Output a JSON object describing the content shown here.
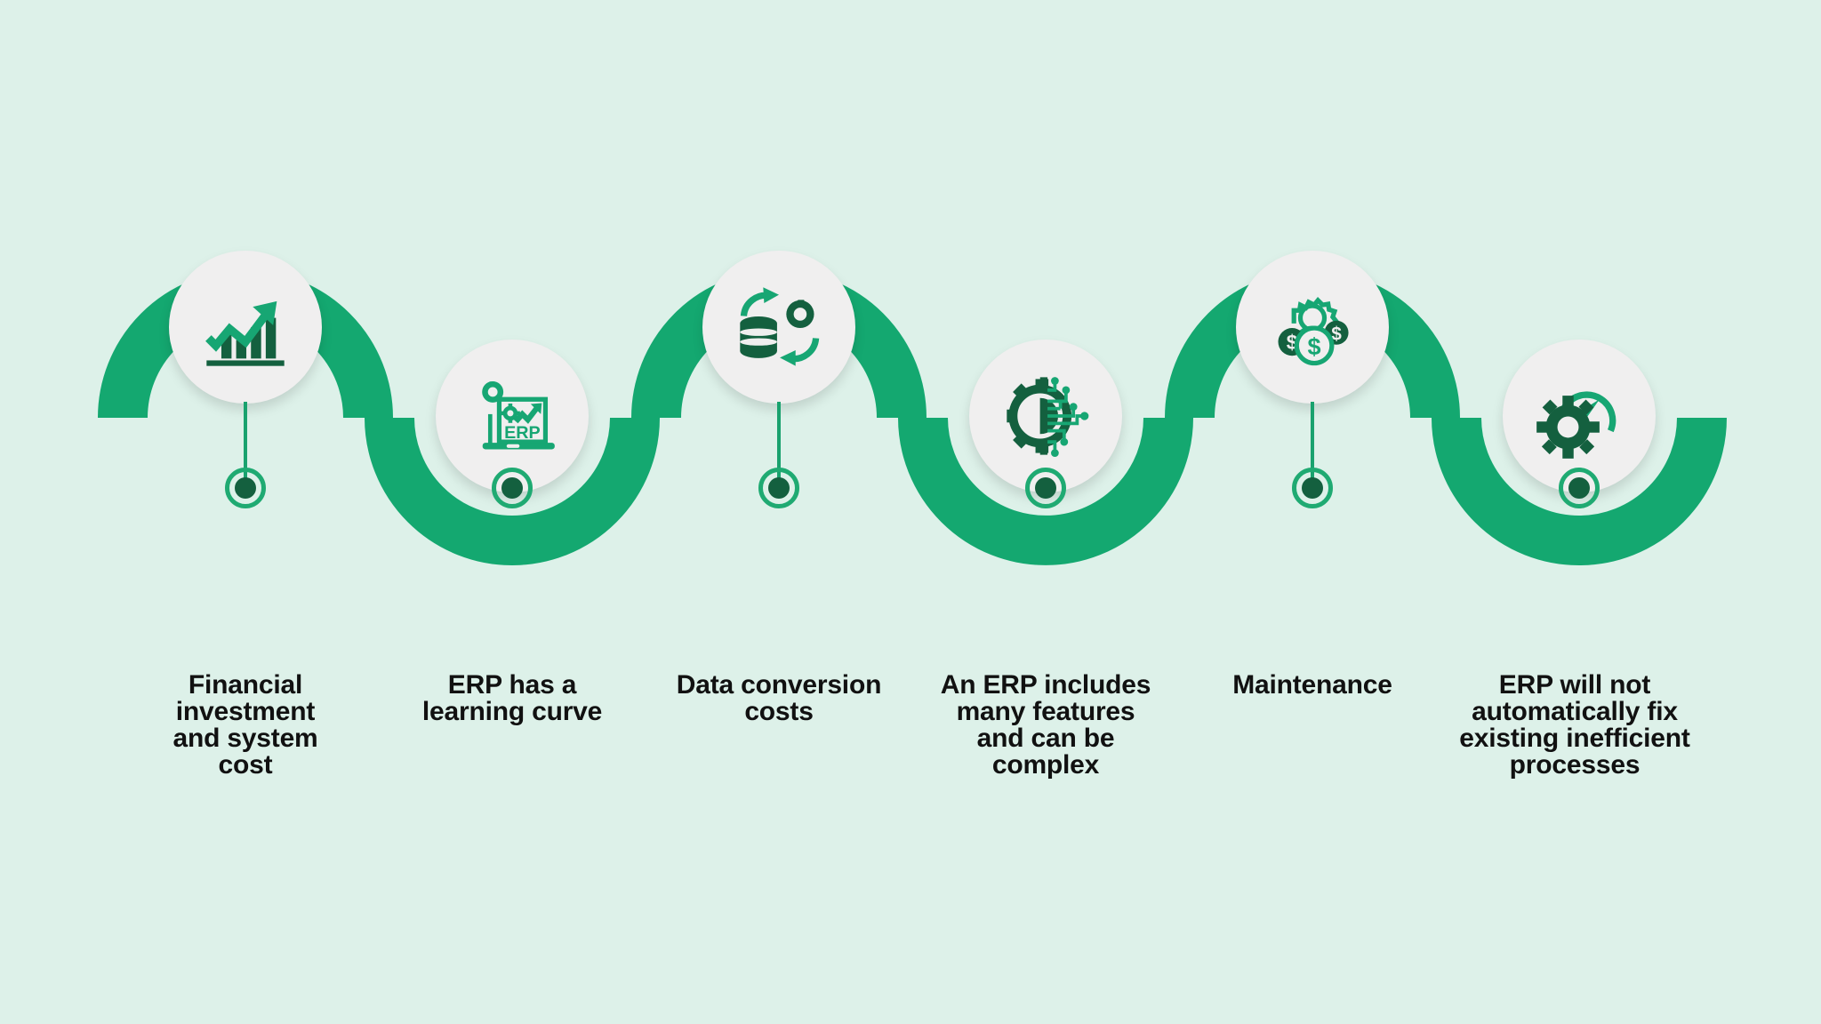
{
  "theme": {
    "background_color": "#ddf1e9",
    "ribbon_color": "#14a870",
    "disc_color": "#f0efef",
    "marker_ring_color": "#1faa72",
    "marker_dot_color": "#14603f",
    "icon_light_green": "#17a673",
    "icon_dark_green": "#14603f",
    "caption_color": "#111111"
  },
  "steps": [
    {
      "index": "1",
      "icon_name": "growth-bar-chart-arrow-icon",
      "label": "Financial\ninvestment\nand system\ncost"
    },
    {
      "index": "2",
      "icon_name": "erp-laptop-gears-icon",
      "label": "ERP has a\nlearning curve"
    },
    {
      "index": "3",
      "icon_name": "database-conversion-gear-icon",
      "label": "Data conversion\ncosts"
    },
    {
      "index": "4",
      "icon_name": "gear-circuit-board-icon",
      "label": "An ERP includes\nmany features\nand can be\ncomplex"
    },
    {
      "index": "5",
      "icon_name": "gear-money-coins-icon",
      "label": "Maintenance"
    },
    {
      "index": "6",
      "icon_name": "gear-speedometer-icon",
      "label": "ERP will not\nautomatically fix\nexisting inefficient\nprocesses"
    }
  ]
}
